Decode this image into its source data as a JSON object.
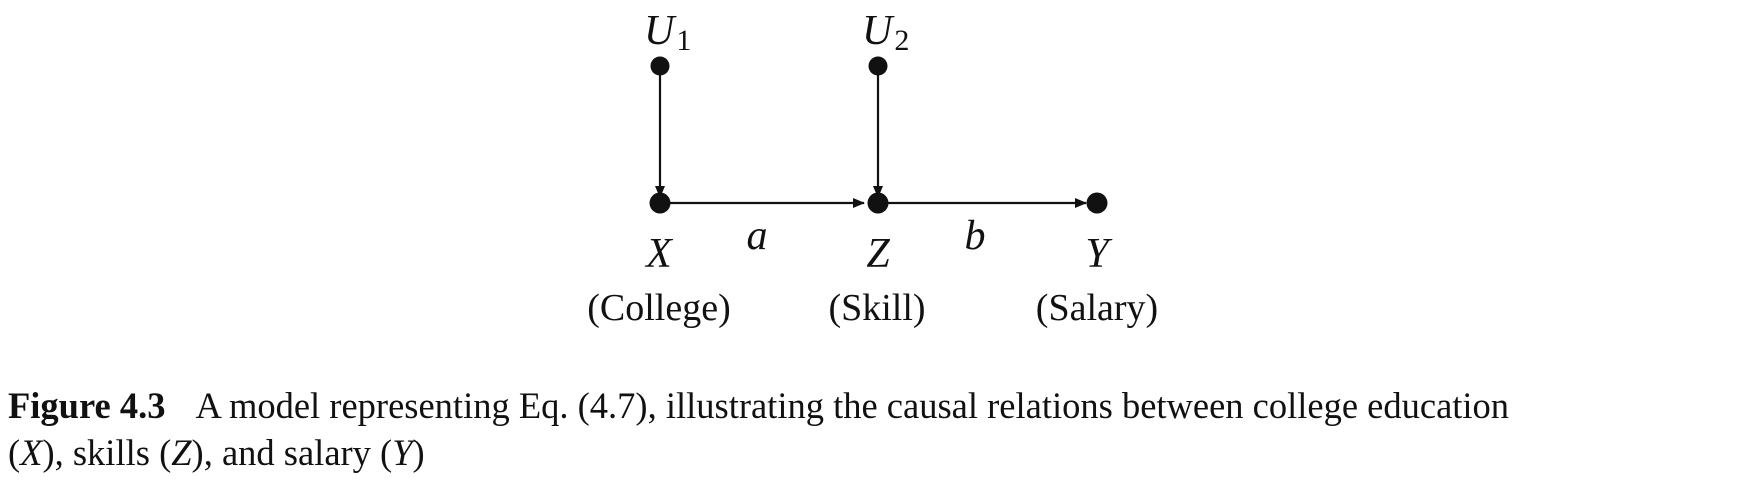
{
  "nodes": {
    "u1": {
      "var": "U",
      "sub": "1",
      "desc": ""
    },
    "u2": {
      "var": "U",
      "sub": "2",
      "desc": ""
    },
    "x": {
      "var": "X",
      "desc": "(College)"
    },
    "z": {
      "var": "Z",
      "desc": "(Skill)"
    },
    "y": {
      "var": "Y",
      "desc": "(Salary)"
    }
  },
  "edges": {
    "xz": {
      "label": "a"
    },
    "zy": {
      "label": "b"
    }
  },
  "caption": {
    "figure_label": "Figure 4.3",
    "text_1": "A model representing Eq. (4.7), illustrating the causal relations between college education",
    "text_2": "(",
    "var_x": "X",
    "text_3": "), skills (",
    "var_z": "Z",
    "text_4": "), and salary (",
    "var_y": "Y",
    "text_5": ")"
  }
}
